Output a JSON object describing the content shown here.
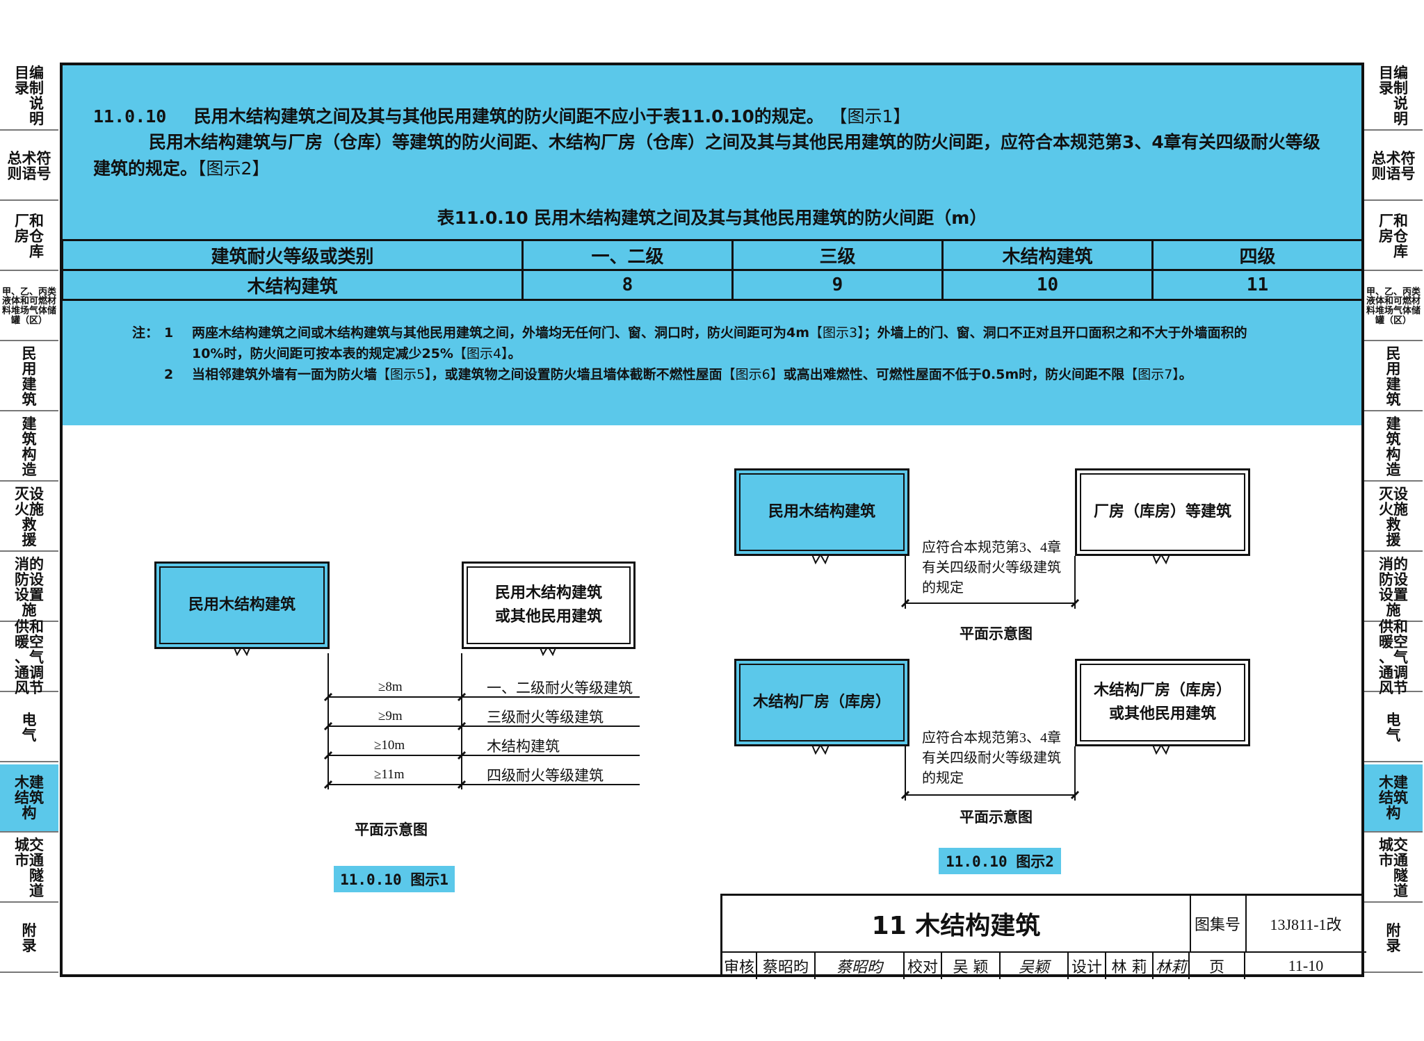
{
  "left_tabs": [
    {
      "label": "目编\n录制\n　说\n　明"
    },
    {
      "label": "总术符\n则语号"
    },
    {
      "label": "厂和\n房仓\n　库"
    },
    {
      "label": "甲、乙、丙类液体和可燃材料堆场气体储罐（区）",
      "small": true
    },
    {
      "label": "民\n用\n建\n筑"
    },
    {
      "label": "建\n筑\n构\n造"
    },
    {
      "label": "灭设\n火施\n救\n援"
    },
    {
      "label": "消的\n防设\n设置\n施"
    },
    {
      "label": "供和\n暖空\n、气\n通调\n风节"
    },
    {
      "label": "电\n气"
    },
    {
      "label": "木建\n结筑\n构",
      "active": true
    },
    {
      "label": "城交\n市通\n　隧\n　道"
    },
    {
      "label": "附\n录"
    }
  ],
  "clause": {
    "number": "11.0.10",
    "text": "民用木结构建筑之间及其与其他民用建筑的防火间距不应小于表11.0.10的规定。",
    "ref1": "【图示1】",
    "text2": "民用木结构建筑与厂房（仓库）等建筑的防火间距、木结构厂房（仓库）之间及其与其他民用建筑的防火间距，应符合本规范第3、4章有关四级耐火等级建筑的规定。",
    "ref2": "【图示2】"
  },
  "table": {
    "title": "表11.0.10  民用木结构建筑之间及其与其他民用建筑的防火间距（m）",
    "headers": [
      "建筑耐火等级或类别",
      "一、二级",
      "三级",
      "木结构建筑",
      "四级"
    ],
    "row": [
      "木结构建筑",
      "8",
      "9",
      "10",
      "11"
    ]
  },
  "notes": {
    "label": "注：",
    "n1_num": "1",
    "n1_a": "两座木结构建筑之间或木结构建筑与其他民用建筑之间，外墙均无任何门、窗、洞口时，防火间距可为4m",
    "n1_ref1": "【图示3】",
    "n1_b": "；外墙上的门、窗、洞口不正对且开口面积之和不大于外墙面积的10%时，防火间距可按本表的规定减少25%",
    "n1_ref2": "【图示4】",
    "n1_c": "。",
    "n2_num": "2",
    "n2_a": "当相邻建筑外墙有一面为防火墙",
    "n2_ref1": "【图示5】",
    "n2_b": "，或建筑物之间设置防火墙且墙体截断不燃性屋面",
    "n2_ref2": "【图示6】",
    "n2_c": "或高出难燃性、可燃性屋面不低于0.5m时，防火间距不限",
    "n2_ref3": "【图示7】",
    "n2_d": "。"
  },
  "fig1": {
    "box_left": "民用木结构建筑",
    "box_right": "民用木结构建筑\n或其他民用建筑",
    "distances": [
      "≥8m",
      "≥9m",
      "≥10m",
      "≥11m"
    ],
    "levels": [
      "一、二级耐火等级建筑",
      "三级耐火等级建筑",
      "木结构建筑",
      "四级耐火等级建筑"
    ],
    "caption": "平面示意图",
    "tag": "11.0.10 图示1"
  },
  "fig2": {
    "top_left": "民用木结构建筑",
    "top_right": "厂房（库房）等建筑",
    "rule": "应符合本规范第3、4章有关四级耐火等级建筑的规定",
    "caption": "平面示意图",
    "bottom_left": "木结构厂房（库房）",
    "bottom_right": "木结构厂房（库房）\n或其他民用建筑",
    "tag": "11.0.10 图示2"
  },
  "title_block": {
    "title": "11 木结构建筑",
    "atlas_label": "图集号",
    "atlas_no": "13J811-1改",
    "review_label": "审核",
    "reviewer": "蔡昭昀",
    "check_label": "校对",
    "checker": "吴 颖",
    "design_label": "设计",
    "designer": "林 莉",
    "page_label": "页",
    "page_no": "11-10"
  },
  "colors": {
    "accent": "#5bc8ea",
    "line": "#111111"
  }
}
